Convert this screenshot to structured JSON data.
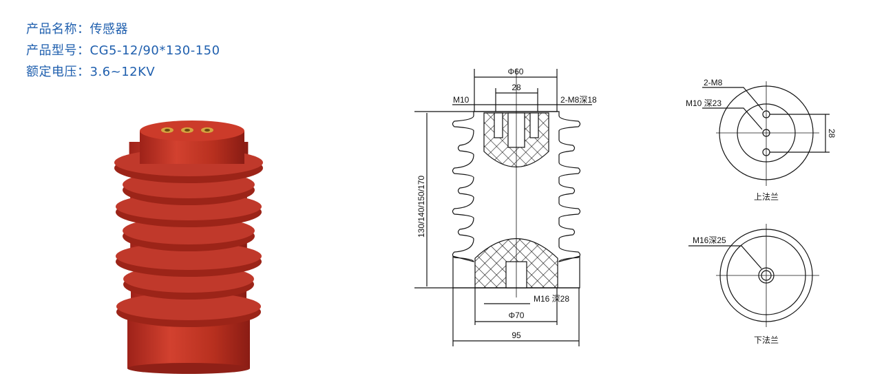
{
  "specs": [
    {
      "label": "产品名称：",
      "value": "传感器"
    },
    {
      "label": "产品型号：",
      "value": "CG5-12/90*130-150"
    },
    {
      "label": "额定电压：",
      "value": "3.6~12KV"
    }
  ],
  "colors": {
    "text": "#1f5fae",
    "insulator": "#c0392b",
    "insert": "#d4a640"
  },
  "drawing": {
    "phi60": "Φ60",
    "dim28": "28",
    "m10": "M10",
    "m8": "2-M8深18",
    "height": "130/140/150/170",
    "m16": "M16 深28",
    "phi70": "Φ70",
    "width95": "95"
  },
  "top_flange": {
    "m8": "2-M8",
    "m10": "M10 深23",
    "dim28": "28",
    "caption": "上法兰"
  },
  "bottom_flange": {
    "m16": "M16深25",
    "caption": "下法兰"
  }
}
